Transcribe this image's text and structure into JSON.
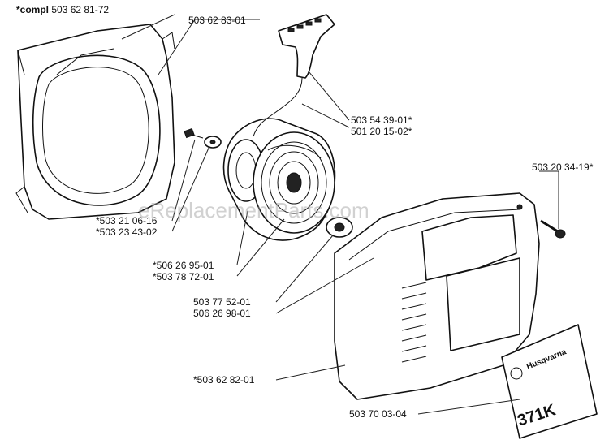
{
  "watermark": "eReplacementParts.com",
  "labels": {
    "fan_housing_compl": "*compl 503 62 81-72",
    "fan_housing": "503 62 83-01",
    "handle": "503 54 39-01*",
    "cord": "501 20 15-02*",
    "cover_screw": "503 20 34-19*",
    "screw": "*503 21 06-16",
    "washer": "*503 23 43-02",
    "pulley": "*506 26 95-01",
    "spring_cassette": "*503 78 72-01",
    "bushing": "503 77 52-01",
    "bearing": "506 26 98-01",
    "starter_cover": "*503 62 82-01",
    "decal": "503 70 03-04"
  },
  "decal": {
    "brand": "Husqvarna",
    "model": "371K"
  }
}
